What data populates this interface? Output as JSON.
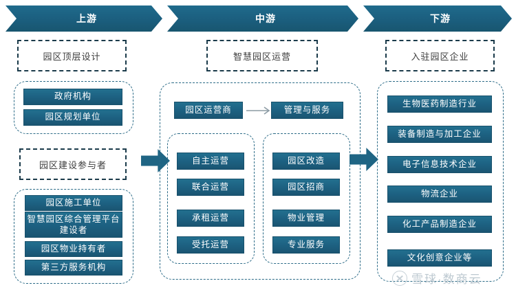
{
  "headers": [
    {
      "label": "上游"
    },
    {
      "label": "中游"
    },
    {
      "label": "下游"
    }
  ],
  "upstream": {
    "label_box": "园区顶层设计",
    "group1": [
      "政府机构",
      "园区规划单位"
    ],
    "label_box2": "园区建设参与者",
    "group2": [
      "园区施工单位",
      "智慧园区综合管理平台建设者",
      "园区物业持有者",
      "第三方服务机构"
    ]
  },
  "midstream": {
    "label_box": "智慧园区运营",
    "top_row": {
      "from": "园区运营商",
      "to": "管理与服务"
    },
    "left_group": [
      "自主运营",
      "联合运营",
      "承租运营",
      "受托运营"
    ],
    "right_group": [
      "园区改造",
      "园区招商",
      "物业管理",
      "专业服务"
    ]
  },
  "downstream": {
    "label_box": "入驻园区企业",
    "group": [
      "生物医药制造行业",
      "装备制造与加工企业",
      "电子信息技术企业",
      "物流企业",
      "化工产品制造企业",
      "文化创意企业等"
    ]
  },
  "watermark": {
    "text": "雪球·数商云"
  },
  "colors": {
    "banner": "#1b5e7e",
    "box_fill": "#1d6182",
    "dash_border": "#2a6a86",
    "label_text": "#3d3d3d",
    "arrow": "#1f6584",
    "watermark": "#b9c6ce"
  }
}
